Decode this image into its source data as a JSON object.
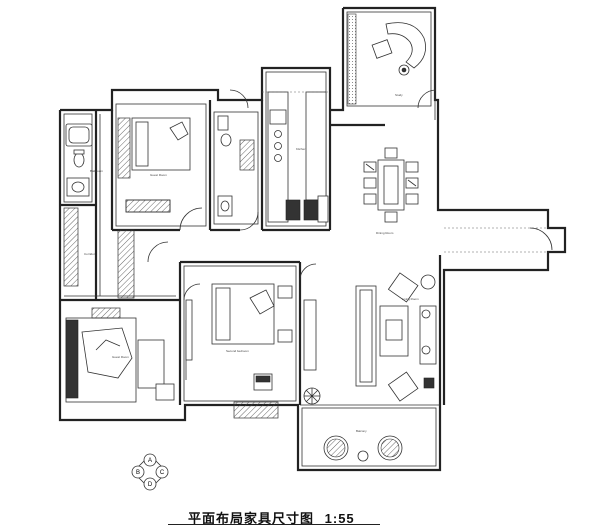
{
  "title": {
    "name": "平面布局家具尺寸图",
    "scale": "1:55"
  },
  "compass": {
    "letters": [
      "A",
      "B",
      "C",
      "D"
    ]
  },
  "rooms": {
    "master_bedroom": "Guest Room",
    "kitchen": "Kitchen",
    "dining": "Dining Room",
    "second_bedroom": "Second bedroom",
    "living_room": "Living Room",
    "balcony": "Balcony",
    "corridor": "Corridor",
    "study": "Study",
    "bathroom": "Bathroom"
  },
  "colors": {
    "line": "#222222",
    "background": "#ffffff"
  }
}
